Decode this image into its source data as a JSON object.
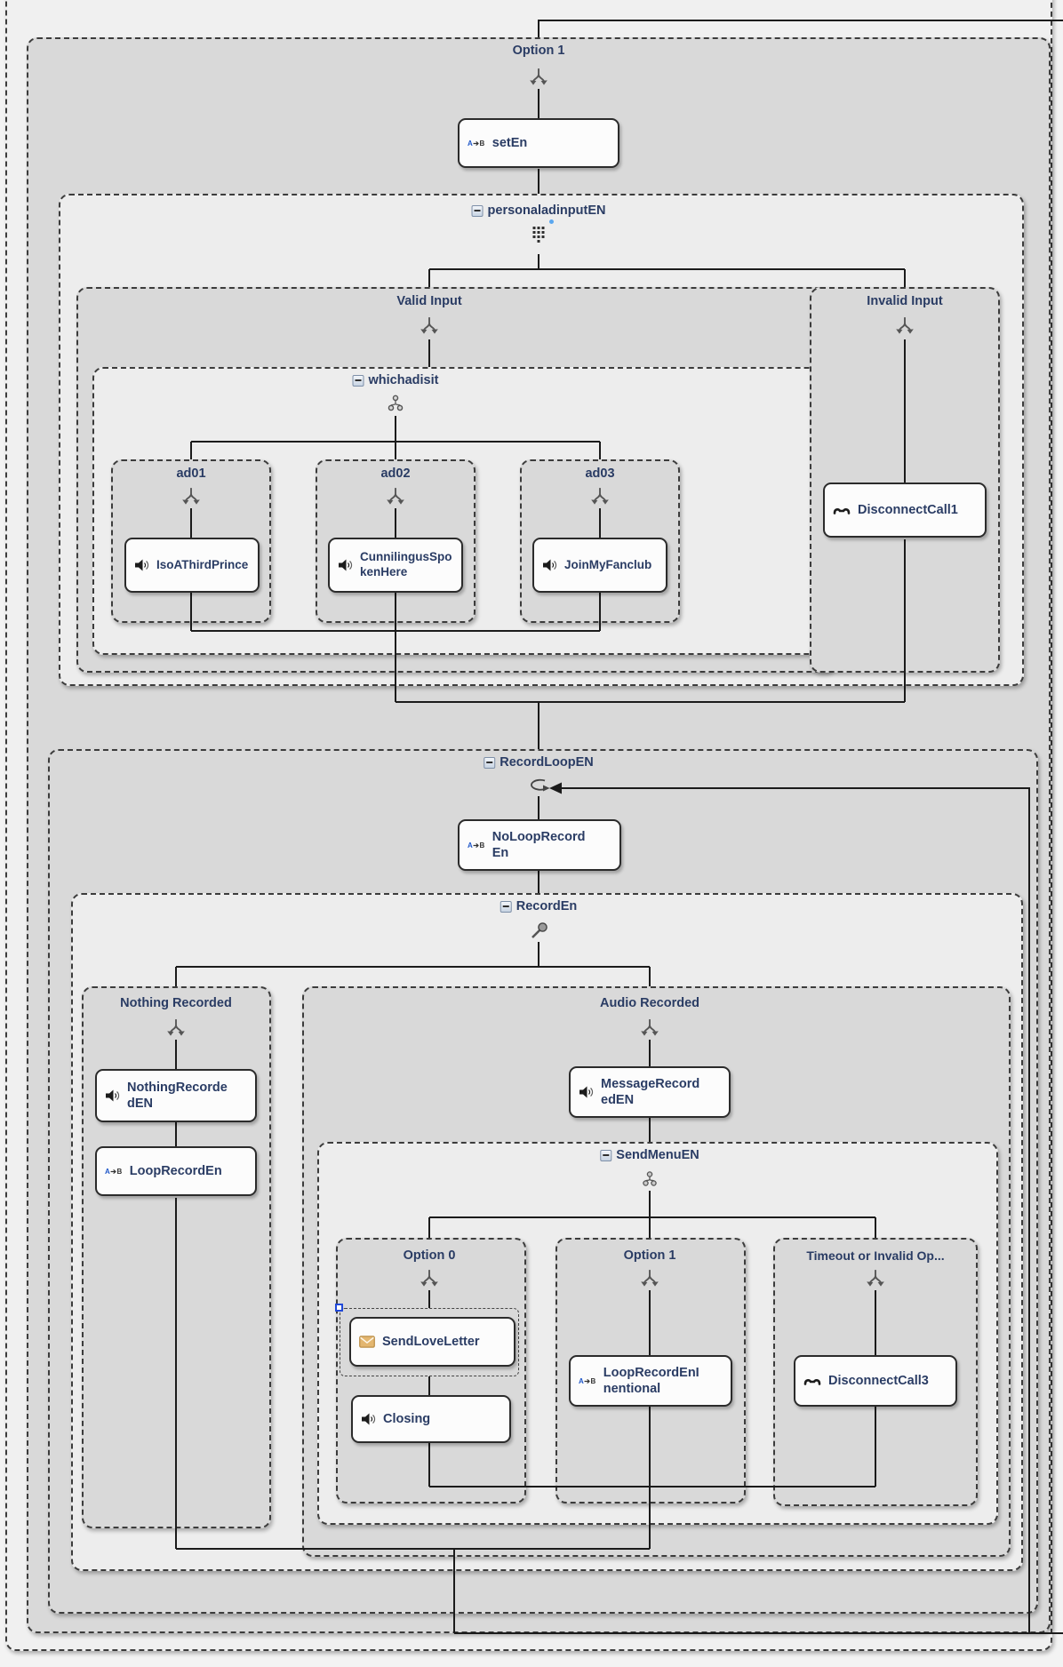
{
  "colors": {
    "selection_blue": "#2049d8",
    "envelope_orange": "#e3b66f",
    "label_navy": "#2a3c64",
    "container_gray": "#d9d9d9",
    "container_light": "#ededed"
  },
  "icons": [
    "collapse-icon",
    "branch-icon",
    "keypad-icon",
    "random-branch-icon",
    "loop-icon",
    "microphone-icon",
    "menu-icon",
    "set-variable-icon",
    "speaker-icon",
    "hangup-phone-icon",
    "envelope-icon",
    "selection-handle"
  ],
  "flow": {
    "option1": {
      "label": "Option 1",
      "set_node": "setEn",
      "personaladinput": {
        "label": "personaladinputEN",
        "valid": {
          "label": "Valid Input",
          "whichadisit": {
            "label": "whichadisit",
            "ad01": {
              "label": "ad01",
              "audio": "IsoAThirdPrince"
            },
            "ad02": {
              "label": "ad02",
              "audio": "CunnilingusSpo\nkenHere"
            },
            "ad03": {
              "label": "ad03",
              "audio": "JoinMyFanclub"
            }
          }
        },
        "invalid": {
          "label": "Invalid Input",
          "disconnect": "DisconnectCall1"
        }
      },
      "recordloop": {
        "label": "RecordLoopEN",
        "set_node": "NoLoopRecord\nEn",
        "recorden": {
          "label": "RecordEn",
          "nothing": {
            "label": "Nothing Recorded",
            "audio": "NothingRecorde\ndEN",
            "set_node": "LoopRecordEn"
          },
          "audio_recorded": {
            "label": "Audio Recorded",
            "audio": "MessageRecord\nedEN",
            "sendmenu": {
              "label": "SendMenuEN",
              "option0": {
                "label": "Option 0",
                "email": "SendLoveLetter",
                "audio": "Closing"
              },
              "option1": {
                "label": "Option 1",
                "set_node": "LoopRecordEnI\nnentional"
              },
              "timeout": {
                "label": "Timeout or Invalid Op...",
                "disconnect": "DisconnectCall3"
              }
            }
          }
        }
      }
    }
  }
}
